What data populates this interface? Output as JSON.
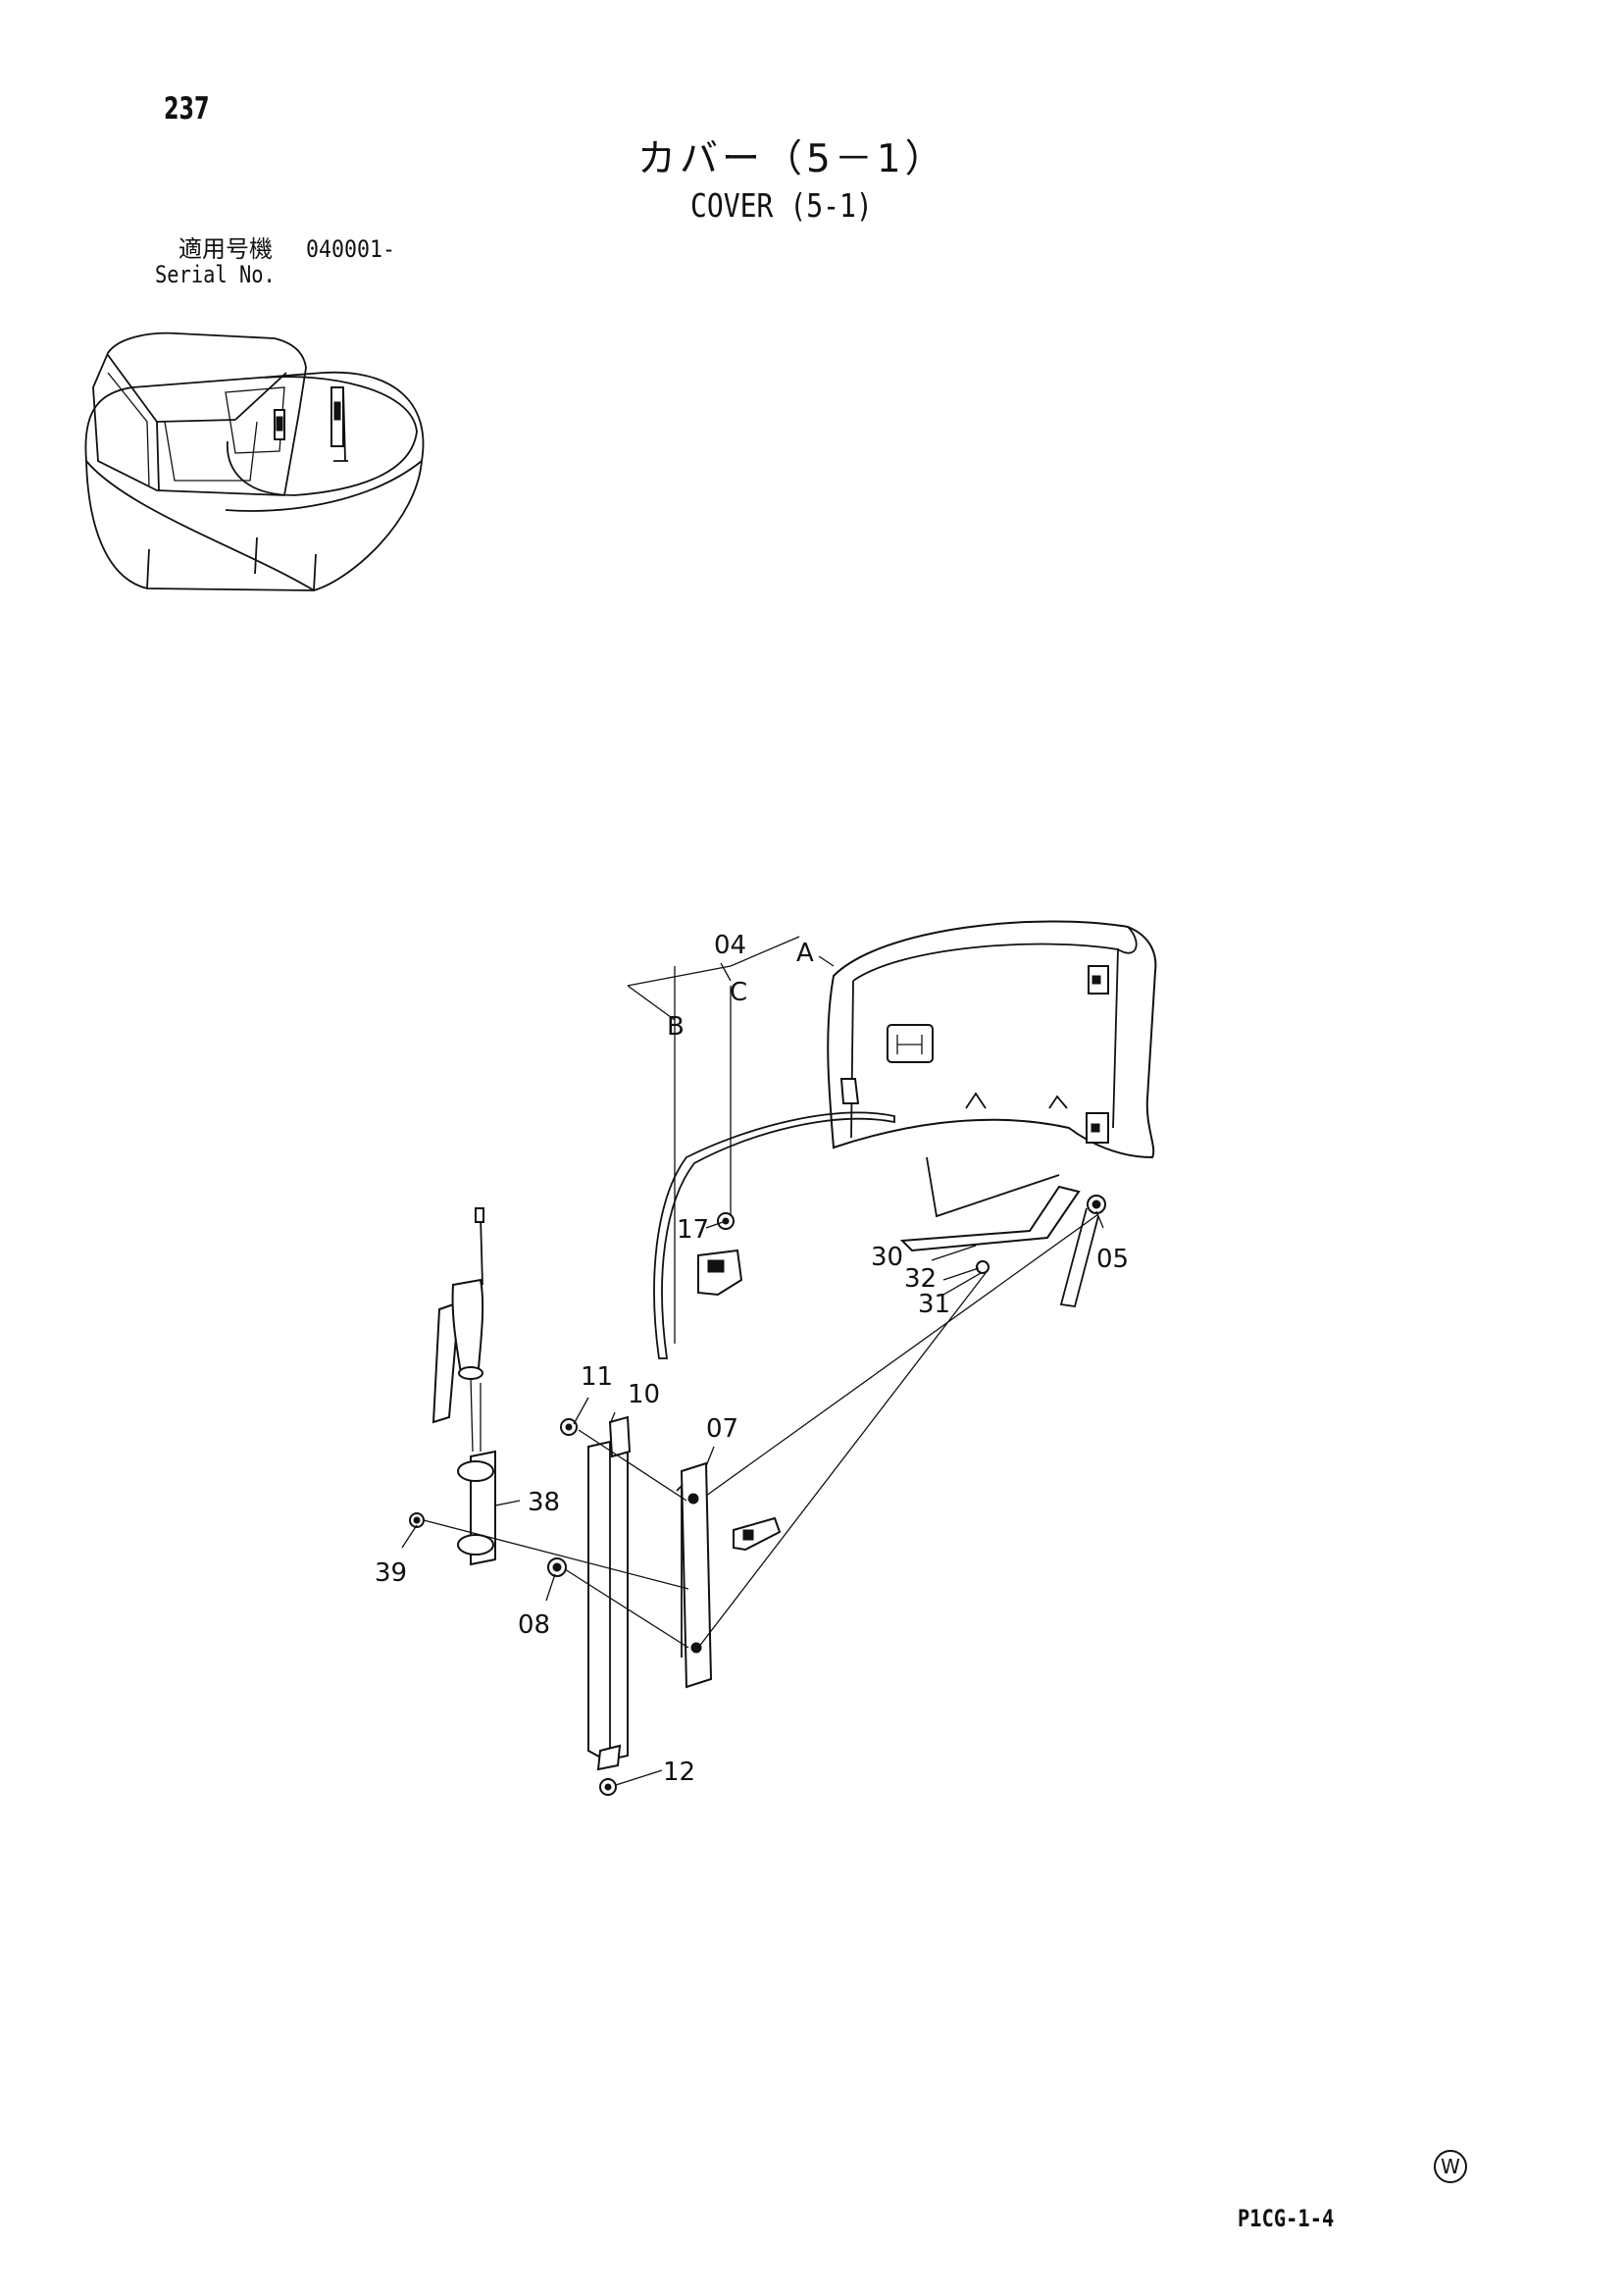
{
  "page": {
    "number": "237",
    "title_jp": "カバー（5－1）",
    "title_en": "COVER (5-1)",
    "serial_label_jp": "適用号機",
    "serial_range": "040001-",
    "serial_label_en": "Serial No.",
    "doc_code": "P1CG-1-4",
    "mark": "W"
  },
  "diagram": {
    "callouts": [
      "04",
      "A",
      "B",
      "C",
      "17",
      "30",
      "32",
      "31",
      "05",
      "11",
      "10",
      "07",
      "38",
      "39",
      "08",
      "12"
    ]
  }
}
